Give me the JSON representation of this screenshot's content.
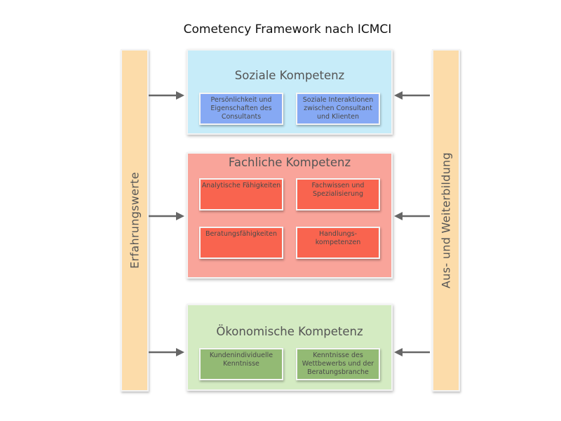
{
  "title": "Cometency Framework nach ICMCI",
  "left_bar": {
    "label": "Erfahrungswerte",
    "color": "#fcdcaa"
  },
  "right_bar": {
    "label": "Aus- und Weiterbildung",
    "color": "#fcdcaa"
  },
  "panels": [
    {
      "title": "Soziale Kompetenz",
      "color": "#c7ecf9",
      "box_color": "#86a9f4",
      "boxes": [
        "Persönlichkeit und Eigenschaften des Consultants",
        "Soziale Interaktionen zwischen Consultant und Klienten"
      ]
    },
    {
      "title": "Fachliche Kompetenz",
      "color": "#f9a49a",
      "box_color": "#f9644f",
      "boxes": [
        "Analytische Fähigkeiten",
        "Fachwissen und Spezialisierung",
        "Beratungsfähigkeiten",
        "Handlungs-kompetenzen"
      ]
    },
    {
      "title": "Ökonomische Kompetenz",
      "color": "#d4ebc2",
      "box_color": "#93ba74",
      "boxes": [
        "Kundenindividuelle Kenntnisse",
        "Kenntnisse des Wettbewerbs und der Beratungsbranche"
      ]
    }
  ]
}
